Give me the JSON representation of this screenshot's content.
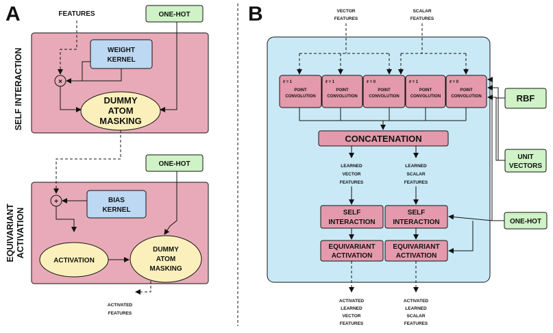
{
  "panel_a": {
    "letter": "A",
    "side_self": "SELF INTERACTION",
    "side_equi_1": "EQUIVARIANT",
    "side_equi_2": "ACTIVATION",
    "features": "FEATURES",
    "one_hot_top": "ONE-HOT",
    "weight_kernel": [
      "WEIGHT",
      "KERNEL"
    ],
    "multiply_symbol": "×",
    "dummy_top": [
      "DUMMY",
      "ATOM",
      "MASKING"
    ],
    "one_hot_bottom": "ONE-HOT",
    "add_symbol": "+",
    "bias_kernel": [
      "BIAS",
      "KERNEL"
    ],
    "activation": "ACTIVATION",
    "dummy_bottom": [
      "DUMMY",
      "ATOM",
      "MASKING"
    ],
    "activated_features": [
      "ACTIVATED",
      "FEATURES"
    ]
  },
  "panel_b": {
    "letter": "B",
    "vector_features": [
      "VECTOR",
      "FEATURES"
    ],
    "scalar_features": [
      "SCALAR",
      "FEATURES"
    ],
    "convs": [
      {
        "ell": "ℓ = 1",
        "label": [
          "POINT",
          "CONVOLUTION"
        ]
      },
      {
        "ell": "ℓ = 1",
        "label": [
          "POINT",
          "CONVOLUTION"
        ]
      },
      {
        "ell": "ℓ = 0",
        "label": [
          "POINT",
          "CONVOLUTION"
        ]
      },
      {
        "ell": "ℓ = 1",
        "label": [
          "POINT",
          "CONVOLUTION"
        ]
      },
      {
        "ell": "ℓ = 0",
        "label": [
          "POINT",
          "CONVOLUTION"
        ]
      }
    ],
    "rbf": "RBF",
    "unit_vectors": [
      "UNIT",
      "VECTORS"
    ],
    "one_hot": "ONE-HOT",
    "concatenation": "CONCATENATION",
    "learned_vector": [
      "LEARNED",
      "VECTOR",
      "FEATURES"
    ],
    "learned_scalar": [
      "LEARNED",
      "SCALAR",
      "FEATURES"
    ],
    "self_interaction": [
      "SELF",
      "INTERACTION"
    ],
    "equivariant_activation": [
      "EQUIVARIANT",
      "ACTIVATION"
    ],
    "out_vector": [
      "ACTIVATED",
      "LEARNED",
      "VECTOR",
      "FEATURES"
    ],
    "out_scalar": [
      "ACTIVATED",
      "LEARNED",
      "SCALAR",
      "FEATURES"
    ]
  },
  "colors": {
    "pink_panel": "#e8aab8",
    "pink_box": "#e49aac",
    "blue_panel": "#c9e9f7",
    "blue_box": "#bcd8f2",
    "green_box": "#cff2c6",
    "yellow_oval": "#fbf0bb",
    "line": "#111111"
  }
}
